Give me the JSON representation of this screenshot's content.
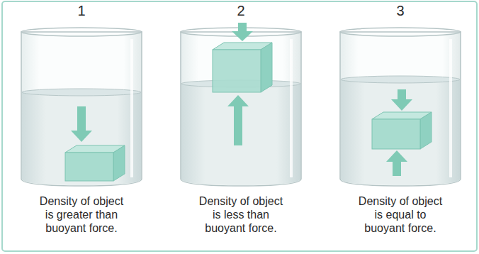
{
  "diagram": {
    "labels": [
      "1",
      "2",
      "3",
      "Density of object is greater than buoyant force.",
      "Density of object is less than buoyant force.",
      "Density of object is equal to buoyant force."
    ]
  }
}
